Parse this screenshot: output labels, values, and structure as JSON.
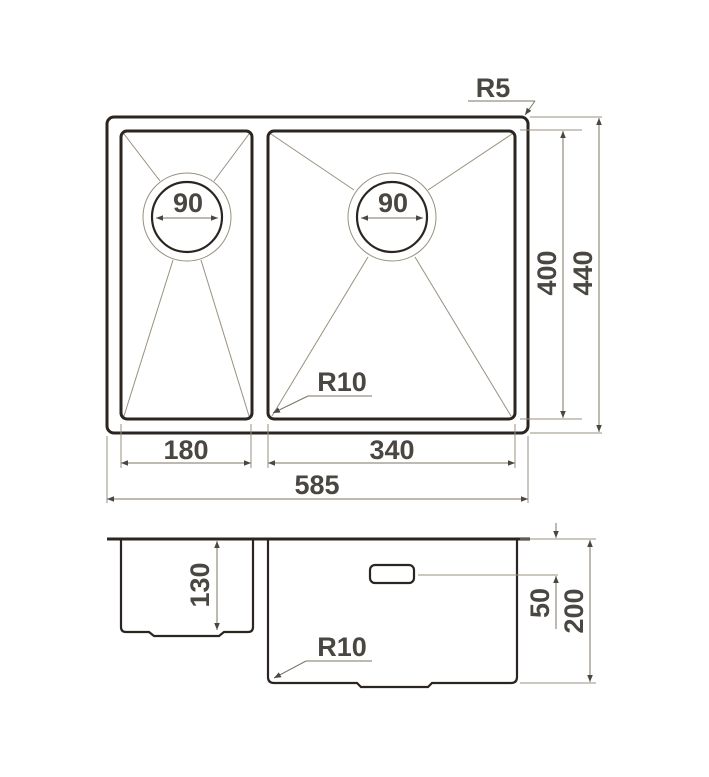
{
  "top_view": {
    "corner_radius_label": "R5",
    "inner_radius_label": "R10",
    "left_drain_label": "90",
    "right_drain_label": "90",
    "left_bowl_width": "180",
    "right_bowl_width": "340",
    "overall_width": "585",
    "bowl_depth_inner": "400",
    "overall_depth": "440"
  },
  "side_view": {
    "left_bowl_height": "130",
    "overflow_offset": "50",
    "right_bowl_height": "200",
    "inner_radius_label": "R10"
  }
}
